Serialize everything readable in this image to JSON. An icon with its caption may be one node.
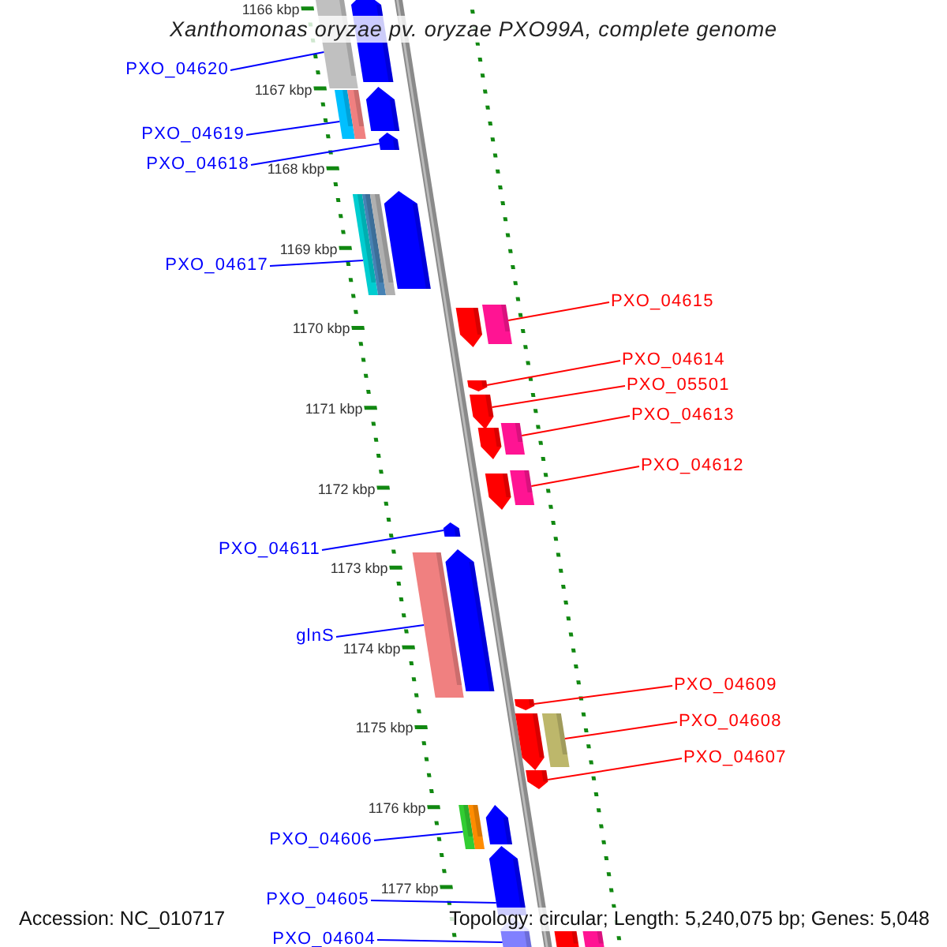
{
  "diagram": {
    "title": "Xanthomonas oryzae pv. oryzae PXO99A, complete genome",
    "nodes": [
      {
        "text": [
          "PXO_04620"
        ]
      },
      {
        "text": [
          "PXO_04619"
        ]
      },
      {
        "text": [
          "PXO_04618"
        ]
      },
      {
        "text": [
          "PXO_04617"
        ]
      },
      {
        "text": [
          "PXO_04615"
        ]
      },
      {
        "text": [
          "PXO_04614"
        ]
      },
      {
        "text": [
          "PXO_05501"
        ]
      },
      {
        "text": [
          "PXO_04613"
        ]
      },
      {
        "text": [
          "PXO_04612"
        ]
      },
      {
        "text": [
          "PXO_04611"
        ]
      },
      {
        "text": [
          "glnS"
        ]
      },
      {
        "text": [
          "PXO_04609"
        ]
      },
      {
        "text": [
          "PXO_04608"
        ]
      },
      {
        "text": [
          "PXO_04607"
        ]
      },
      {
        "text": [
          "PXO_04606"
        ]
      },
      {
        "text": [
          "PXO_04605"
        ]
      },
      {
        "text": [
          "PXO_04604"
        ]
      },
      {
        "text": [],
        "shape": "bar"
      },
      {
        "text": [],
        "shape": "pentagon"
      },
      {
        "text": [],
        "shape": "bar"
      },
      {
        "text": [],
        "shape": "bar"
      },
      {
        "text": [],
        "shape": "pentagon"
      },
      {
        "text": [],
        "shape": "pentagon"
      },
      {
        "text": [],
        "shape": "bar"
      },
      {
        "text": [],
        "shape": "bar"
      },
      {
        "text": [],
        "shape": "bar"
      },
      {
        "text": [],
        "shape": "pentagon"
      },
      {
        "text": [],
        "shape": "pentagon"
      },
      {
        "text": [],
        "shape": "bar"
      },
      {
        "text": [],
        "shape": "pentagon"
      },
      {
        "text": [],
        "shape": "pentagon"
      },
      {
        "text": [],
        "shape": "pentagon"
      },
      {
        "text": [],
        "shape": "bar"
      },
      {
        "text": [],
        "shape": "pentagon"
      },
      {
        "text": [],
        "shape": "bar"
      },
      {
        "text": [],
        "shape": "pentagon"
      },
      {
        "text": [],
        "shape": "bar"
      },
      {
        "text": [],
        "shape": "pentagon"
      },
      {
        "text": [],
        "shape": "pentagon"
      },
      {
        "text": [],
        "shape": "pentagon"
      },
      {
        "text": [],
        "shape": "bar"
      },
      {
        "text": [],
        "shape": "pentagon"
      },
      {
        "text": [],
        "shape": "bar"
      },
      {
        "text": [],
        "shape": "bar"
      },
      {
        "text": [],
        "shape": "pentagon"
      },
      {
        "text": [],
        "shape": "pentagon"
      },
      {
        "text": [],
        "shape": "pentagon"
      },
      {
        "text": [],
        "shape": "bar"
      },
      {
        "text": [],
        "shape": "bar"
      }
    ],
    "edges": [
      {
        "from": 0,
        "to": 17,
        "arrow": "none"
      },
      {
        "from": 1,
        "to": 19,
        "arrow": "none"
      },
      {
        "from": 2,
        "to": 22,
        "arrow": "none"
      },
      {
        "from": 3,
        "to": 23,
        "arrow": "none"
      },
      {
        "from": 4,
        "to": 28,
        "arrow": "none",
        "color": "#ff0000"
      },
      {
        "from": 5,
        "to": 29,
        "arrow": "none",
        "color": "#ff0000"
      },
      {
        "from": 6,
        "to": 30,
        "arrow": "none",
        "color": "#ff0000"
      },
      {
        "from": 7,
        "to": 32,
        "arrow": "none",
        "color": "#ff0000"
      },
      {
        "from": 8,
        "to": 34,
        "arrow": "none",
        "color": "#ff0000"
      },
      {
        "from": 9,
        "to": 35,
        "arrow": "none"
      },
      {
        "from": 10,
        "to": 36,
        "arrow": "none"
      },
      {
        "from": 11,
        "to": 38,
        "arrow": "none",
        "color": "#ff0000"
      },
      {
        "from": 12,
        "to": 40,
        "arrow": "none",
        "color": "#ff0000"
      },
      {
        "from": 13,
        "to": 41,
        "arrow": "none",
        "color": "#ff0000"
      },
      {
        "from": 14,
        "to": 42,
        "arrow": "none"
      },
      {
        "from": 15,
        "to": 45,
        "arrow": "none"
      },
      {
        "from": 16,
        "to": 46,
        "arrow": "none"
      }
    ],
    "labels": [
      "1166 kbp",
      "1167 kbp",
      "1168 kbp",
      "1169 kbp",
      "1170 kbp",
      "1171 kbp",
      "1172 kbp",
      "1173 kbp",
      "1174 kbp",
      "1175 kbp",
      "1176 kbp",
      "1177 kbp",
      "Accession: NC_010717",
      "Topology: circular; Length: 5,240,075 bp; Genes: 5,048"
    ]
  }
}
